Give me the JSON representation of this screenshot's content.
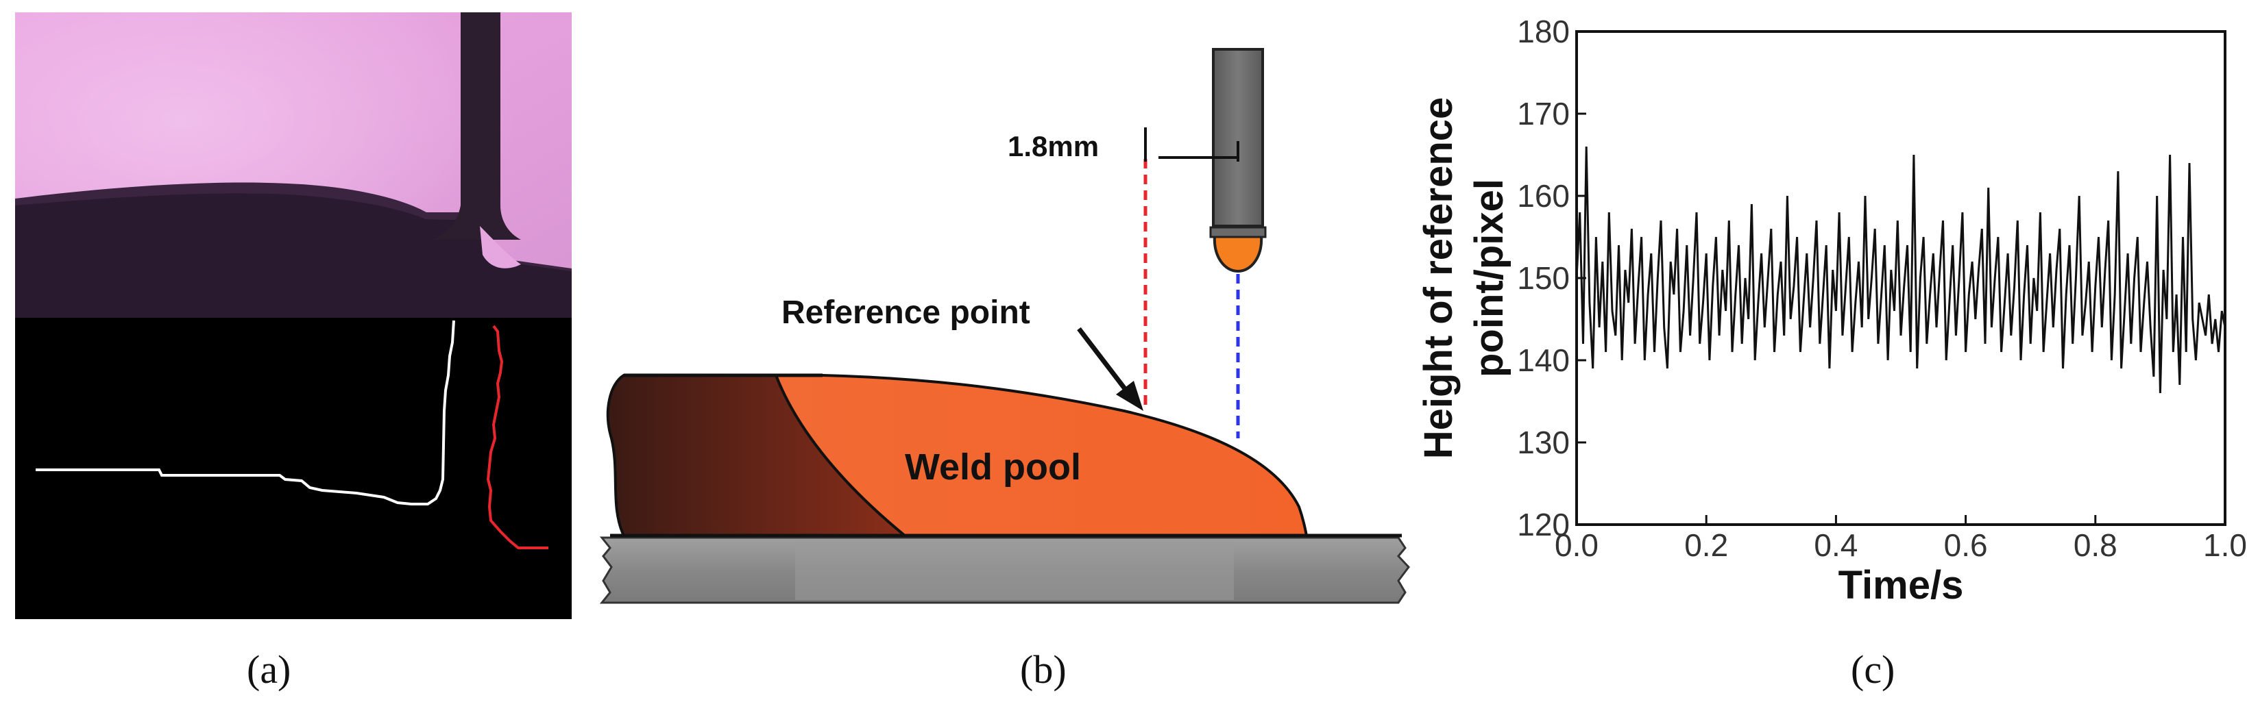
{
  "figure": {
    "captions": [
      "(a)",
      "(b)",
      "(c)"
    ]
  },
  "panel_b": {
    "dimension_label": "1.8mm",
    "reference_label": "Reference point",
    "pool_label": "Weld pool",
    "colors": {
      "pool": "#F2692F",
      "pool_dark": "#5A1E12",
      "base": "#8C8C8C",
      "torch": "#6E6E6E",
      "droplet": "#F57F1E",
      "reference_line": "#E8262E",
      "arc_line": "#2E35E8"
    }
  },
  "chart_data": {
    "type": "line",
    "title": "",
    "xlabel": "Time/s",
    "ylabel": [
      "Height of reference",
      "point/pixel"
    ],
    "xlim": [
      0.0,
      1.0
    ],
    "ylim": [
      120,
      180
    ],
    "xticks": [
      "0.0",
      "0.2",
      "0.4",
      "0.6",
      "0.8",
      "1.0"
    ],
    "yticks": [
      "120",
      "130",
      "140",
      "150",
      "160",
      "170",
      "180"
    ],
    "grid": false,
    "series": [
      {
        "color": "#111111",
        "x": [
          0.0,
          0.005,
          0.01,
          0.015,
          0.02,
          0.025,
          0.03,
          0.035,
          0.04,
          0.045,
          0.05,
          0.055,
          0.06,
          0.065,
          0.07,
          0.075,
          0.08,
          0.085,
          0.09,
          0.095,
          0.1,
          0.105,
          0.11,
          0.115,
          0.12,
          0.125,
          0.13,
          0.135,
          0.14,
          0.145,
          0.15,
          0.155,
          0.16,
          0.165,
          0.17,
          0.175,
          0.18,
          0.185,
          0.19,
          0.195,
          0.2,
          0.205,
          0.21,
          0.215,
          0.22,
          0.225,
          0.23,
          0.235,
          0.24,
          0.245,
          0.25,
          0.255,
          0.26,
          0.265,
          0.27,
          0.275,
          0.28,
          0.285,
          0.29,
          0.295,
          0.3,
          0.305,
          0.31,
          0.315,
          0.32,
          0.325,
          0.33,
          0.335,
          0.34,
          0.345,
          0.35,
          0.355,
          0.36,
          0.365,
          0.37,
          0.375,
          0.38,
          0.385,
          0.39,
          0.395,
          0.4,
          0.405,
          0.41,
          0.415,
          0.42,
          0.425,
          0.43,
          0.435,
          0.44,
          0.445,
          0.45,
          0.455,
          0.46,
          0.465,
          0.47,
          0.475,
          0.48,
          0.485,
          0.49,
          0.495,
          0.5,
          0.505,
          0.51,
          0.515,
          0.52,
          0.525,
          0.53,
          0.535,
          0.54,
          0.545,
          0.55,
          0.555,
          0.56,
          0.565,
          0.57,
          0.575,
          0.58,
          0.585,
          0.59,
          0.595,
          0.6,
          0.605,
          0.61,
          0.615,
          0.62,
          0.625,
          0.63,
          0.635,
          0.64,
          0.645,
          0.65,
          0.655,
          0.66,
          0.665,
          0.67,
          0.675,
          0.68,
          0.685,
          0.69,
          0.695,
          0.7,
          0.705,
          0.71,
          0.715,
          0.72,
          0.725,
          0.73,
          0.735,
          0.74,
          0.745,
          0.75,
          0.755,
          0.76,
          0.765,
          0.77,
          0.775,
          0.78,
          0.785,
          0.79,
          0.795,
          0.8,
          0.805,
          0.81,
          0.815,
          0.82,
          0.825,
          0.83,
          0.835,
          0.84,
          0.845,
          0.85,
          0.855,
          0.86,
          0.865,
          0.87,
          0.875,
          0.88,
          0.885,
          0.89,
          0.895,
          0.9,
          0.905,
          0.91,
          0.915,
          0.92,
          0.925,
          0.93,
          0.935,
          0.94,
          0.945,
          0.95,
          0.955,
          0.96,
          0.965,
          0.97,
          0.975,
          0.98,
          0.985,
          0.99,
          0.995,
          1.0
        ],
        "y": [
          150,
          158,
          142,
          166,
          147,
          139,
          155,
          144,
          152,
          141,
          158,
          146,
          143,
          154,
          140,
          151,
          147,
          156,
          142,
          149,
          155,
          140,
          148,
          153,
          141,
          150,
          157,
          144,
          139,
          152,
          148,
          156,
          141,
          146,
          154,
          143,
          150,
          158,
          142,
          147,
          153,
          140,
          149,
          155,
          143,
          151,
          146,
          157,
          141,
          148,
          154,
          142,
          150,
          145,
          159,
          140,
          147,
          153,
          144,
          150,
          156,
          141,
          148,
          152,
          143,
          160,
          145,
          149,
          155,
          141,
          147,
          153,
          144,
          150,
          157,
          142,
          148,
          154,
          139,
          151,
          146,
          158,
          143,
          149,
          155,
          141,
          147,
          152,
          144,
          160,
          145,
          150,
          156,
          142,
          148,
          154,
          140,
          151,
          146,
          157,
          143,
          149,
          154,
          141,
          165,
          139,
          150,
          155,
          142,
          148,
          153,
          144,
          151,
          157,
          140,
          147,
          154,
          143,
          150,
          158,
          141,
          148,
          152,
          145,
          151,
          156,
          142,
          161,
          144,
          150,
          155,
          141,
          147,
          153,
          143,
          149,
          157,
          140,
          148,
          154,
          142,
          150,
          146,
          158,
          141,
          147,
          153,
          144,
          151,
          156,
          139,
          148,
          154,
          142,
          150,
          160,
          143,
          147,
          152,
          141,
          149,
          155,
          144,
          151,
          157,
          140,
          148,
          163,
          139,
          146,
          153,
          142,
          150,
          155,
          141,
          147,
          152,
          144,
          138,
          160,
          136,
          151,
          145,
          165,
          141,
          148,
          137,
          155,
          141,
          164,
          145,
          140,
          147,
          145,
          143,
          148,
          142,
          145,
          141,
          146,
          144
        ]
      }
    ]
  }
}
